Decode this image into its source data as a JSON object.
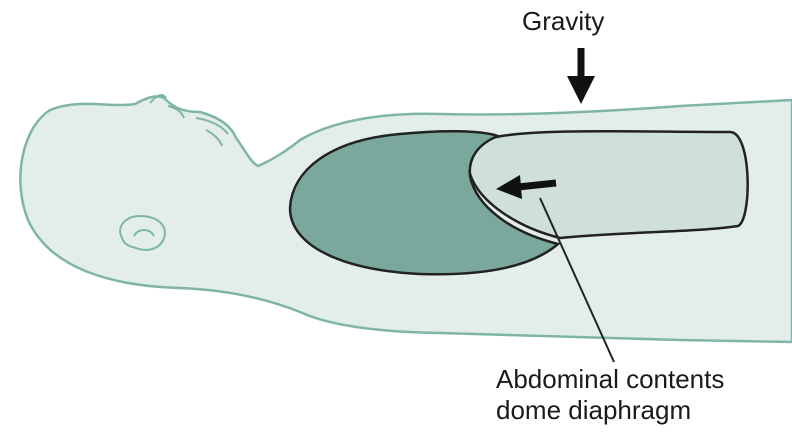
{
  "labels": {
    "gravity": "Gravity",
    "annotation_line1": "Abdominal contents",
    "annotation_line2": "dome diaphragm"
  },
  "icons": {
    "gravity_arrow": "arrow-down-icon",
    "diaphragm_arrow": "arrow-left-icon"
  },
  "colors": {
    "body_fill": "#e3eeeb",
    "body_outline": "#7fb5a8",
    "lung_fill": "#7aa89c",
    "abdomen_fill": "#cfe0db",
    "outline_dark": "#222222",
    "text": "#1a1a1a"
  }
}
